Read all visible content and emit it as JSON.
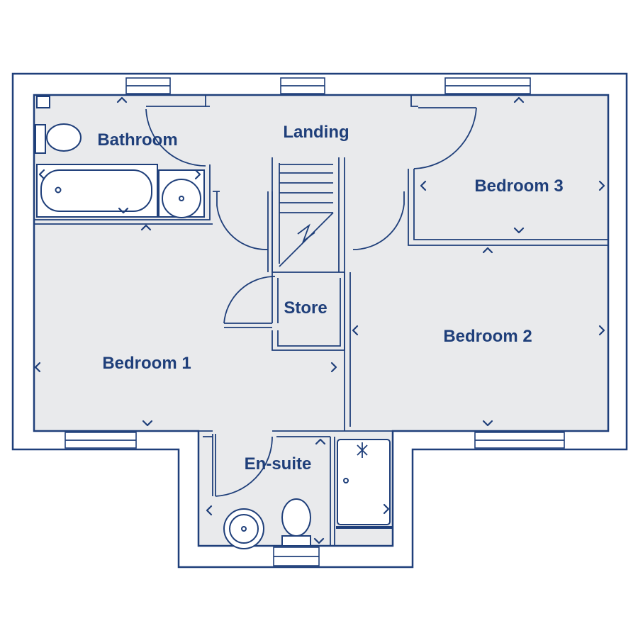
{
  "colors": {
    "line": "#1f3f7a",
    "floor": "#e9eaec",
    "background": "#ffffff"
  },
  "rooms": {
    "bathroom": "Bathroom",
    "landing": "Landing",
    "bedroom3": "Bedroom 3",
    "store": "Store",
    "bedroom2": "Bedroom 2",
    "bedroom1": "Bedroom 1",
    "ensuite": "En-suite"
  }
}
